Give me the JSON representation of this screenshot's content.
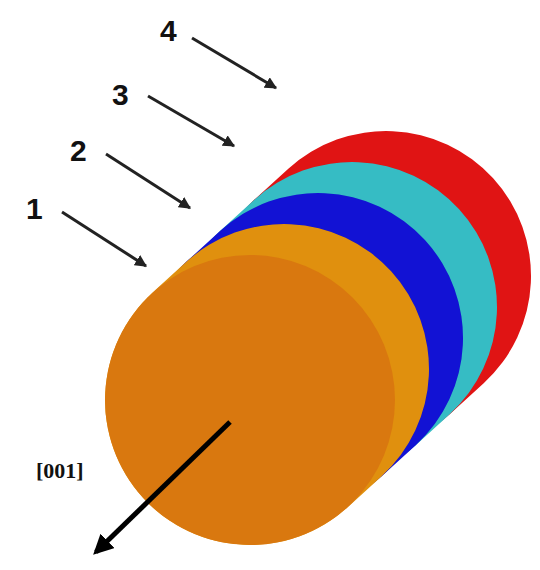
{
  "diagram": {
    "labels": [
      "4",
      "3",
      "2",
      "1",
      "[001]"
    ]
  }
}
